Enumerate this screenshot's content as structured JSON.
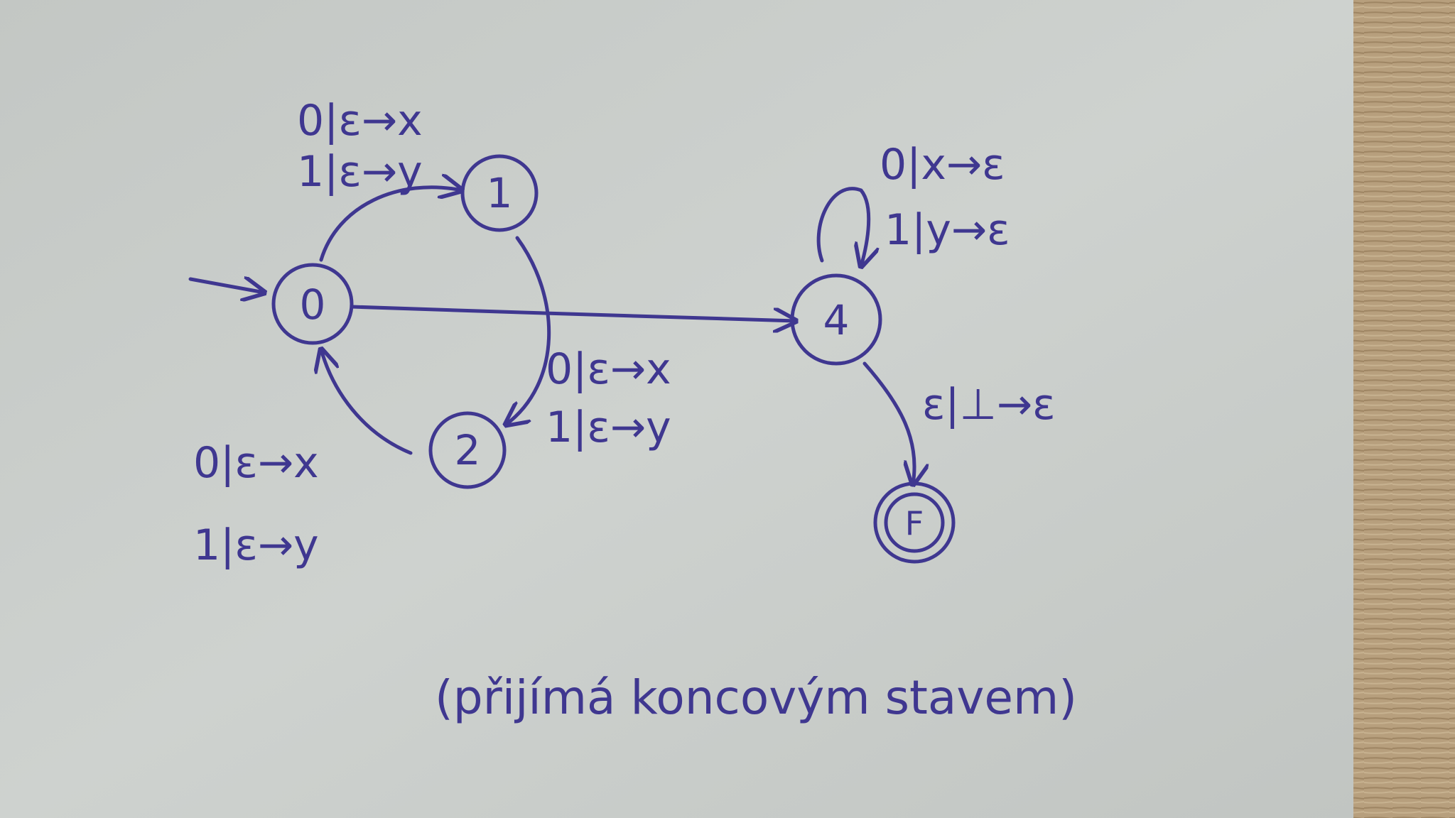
{
  "diagram": {
    "states": [
      {
        "id": "0",
        "label": "0",
        "initial": true,
        "accepting": false
      },
      {
        "id": "1",
        "label": "1",
        "initial": false,
        "accepting": false
      },
      {
        "id": "2",
        "label": "2",
        "initial": false,
        "accepting": false
      },
      {
        "id": "4",
        "label": "4",
        "initial": false,
        "accepting": false
      },
      {
        "id": "F",
        "label": "F",
        "initial": false,
        "accepting": true
      }
    ],
    "transitions": [
      {
        "from": "0",
        "to": "1",
        "labels": [
          "0|ε→x",
          "1|ε→y"
        ]
      },
      {
        "from": "1",
        "to": "2",
        "labels": [
          "0|ε→x",
          "1|ε→y"
        ]
      },
      {
        "from": "2",
        "to": "0",
        "labels": [
          "0|ε→x",
          "1|ε→y"
        ]
      },
      {
        "from": "0",
        "to": "4",
        "labels": []
      },
      {
        "from": "4",
        "to": "4",
        "labels": [
          "0|x→ε",
          "1|y→ε"
        ]
      },
      {
        "from": "4",
        "to": "F",
        "labels": [
          "ε|⊥→ε"
        ]
      }
    ],
    "caption": "(přijímá koncovým stavem)"
  },
  "colors": {
    "ink": "#3f3790",
    "paper": "#c8ccca",
    "wood": "#b9a17f"
  }
}
